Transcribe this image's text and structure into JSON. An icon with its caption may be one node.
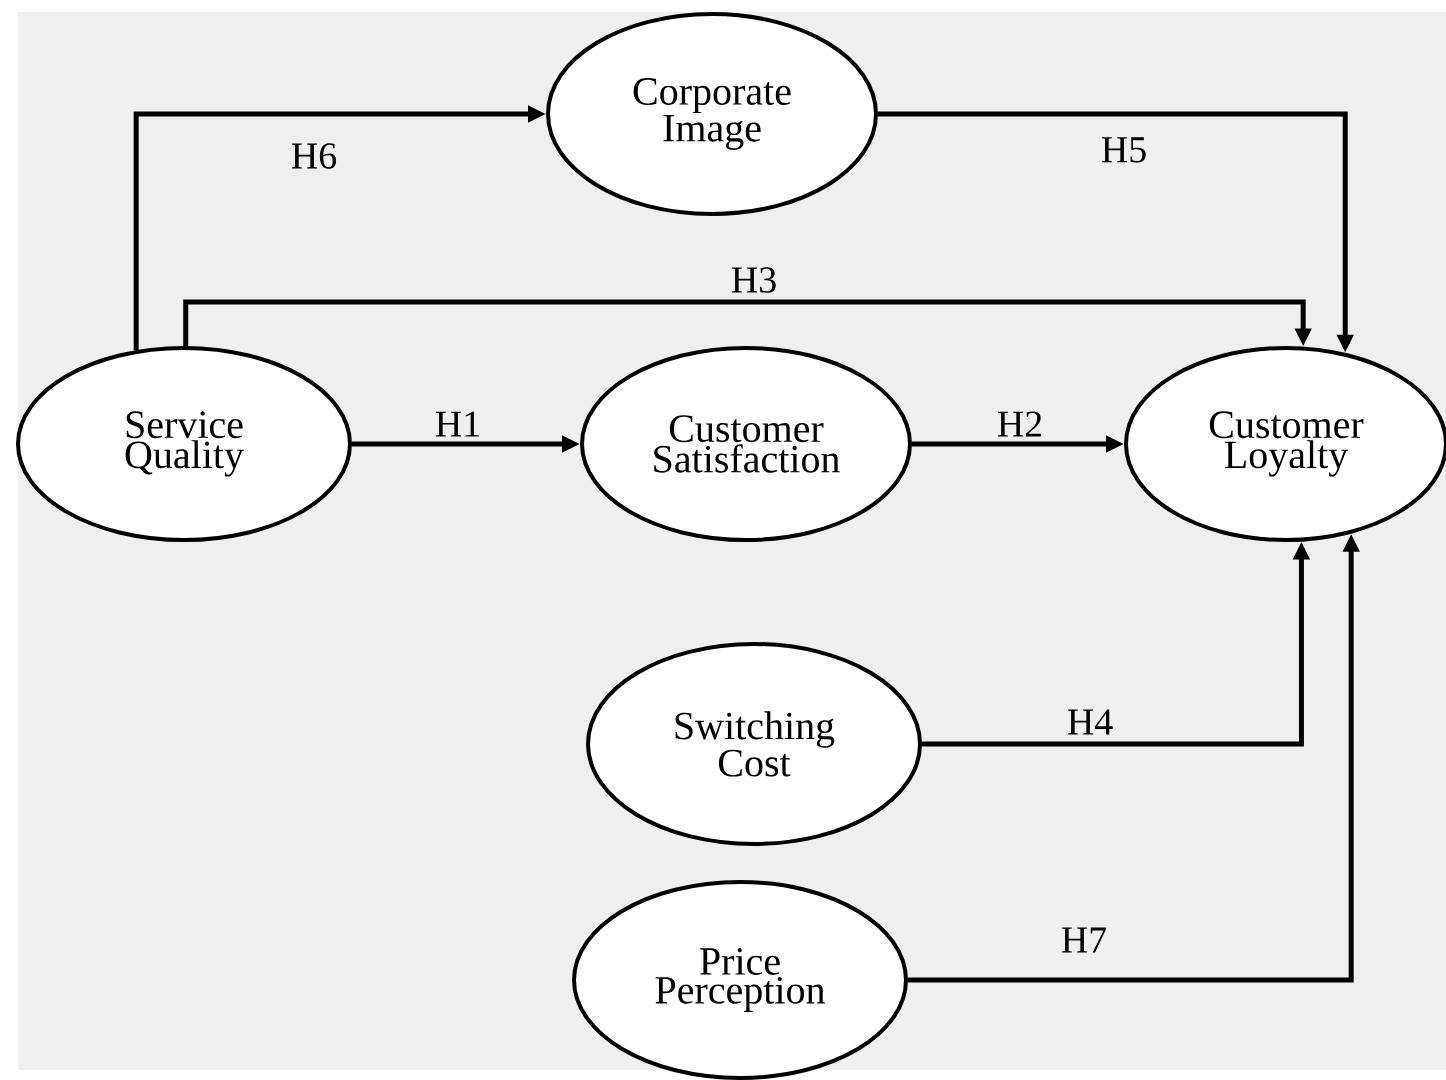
{
  "diagram": {
    "nodes": [
      {
        "text": [
          "Corporate Image"
        ]
      },
      {
        "text": [
          "Service Quality"
        ]
      },
      {
        "text": [
          "Customer Satisfaction"
        ]
      },
      {
        "text": [
          "Customer Loyalty"
        ]
      },
      {
        "text": [
          "Switching Cost"
        ]
      },
      {
        "text": [
          "Price Perception"
        ]
      }
    ],
    "edges": [
      {
        "from": 1,
        "to": 0,
        "arrow": "to",
        "label": "H6"
      },
      {
        "from": 0,
        "to": 3,
        "arrow": "to",
        "label": "H5"
      },
      {
        "from": 1,
        "to": 3,
        "arrow": "to",
        "label": "H3"
      },
      {
        "from": 1,
        "to": 2,
        "arrow": "to",
        "label": "H1"
      },
      {
        "from": 2,
        "to": 3,
        "arrow": "to",
        "label": "H2"
      },
      {
        "from": 4,
        "to": 3,
        "arrow": "to",
        "label": "H4"
      },
      {
        "from": 5,
        "to": 3,
        "arrow": "to",
        "label": "H7"
      }
    ]
  }
}
